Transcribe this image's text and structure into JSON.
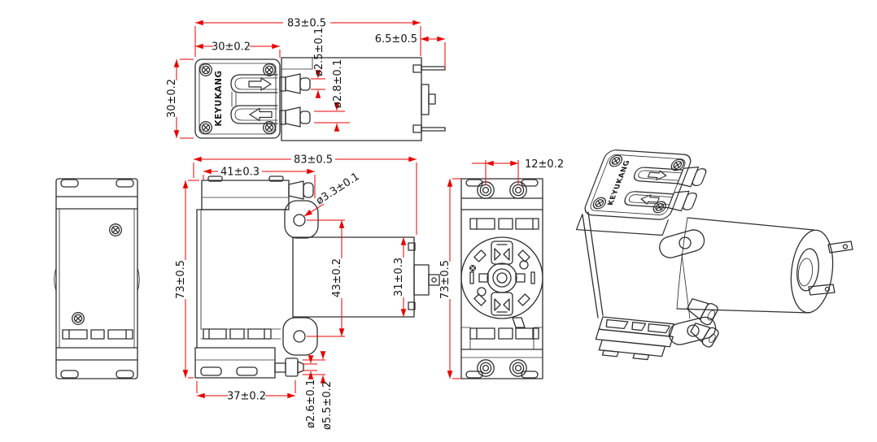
{
  "drawing": {
    "brand": "KEYUKANG",
    "colors": {
      "outline": "#2e2e2e",
      "dimension": "#e80000",
      "text": "#141414",
      "background": "#ffffff"
    },
    "views": {
      "top": {
        "dims": {
          "overall": "83±0.5",
          "head_width": "30±0.2",
          "head_height": "30±0.2",
          "terminal_length": "6.5±0.5",
          "barb_tip_dia": "ø2.5±0.1",
          "barb_base_dia": "ø2.8±0.1"
        }
      },
      "side": {
        "dims": {
          "overall": "83±0.5",
          "head_width": "41±0.3",
          "mount_hole_dia": "ø3.3±0.1",
          "height": "73±0.5",
          "mount_hole_spacing": "43±0.2",
          "motor_dia": "31±0.3",
          "base_width": "37±0.2",
          "outlet_tip_dia": "ø2.6±0.1",
          "outlet_base_dia": "ø5.5±0.2"
        }
      },
      "rear": {
        "dims": {
          "port_spacing": "12±0.2",
          "height": "73±0.5"
        }
      }
    }
  }
}
